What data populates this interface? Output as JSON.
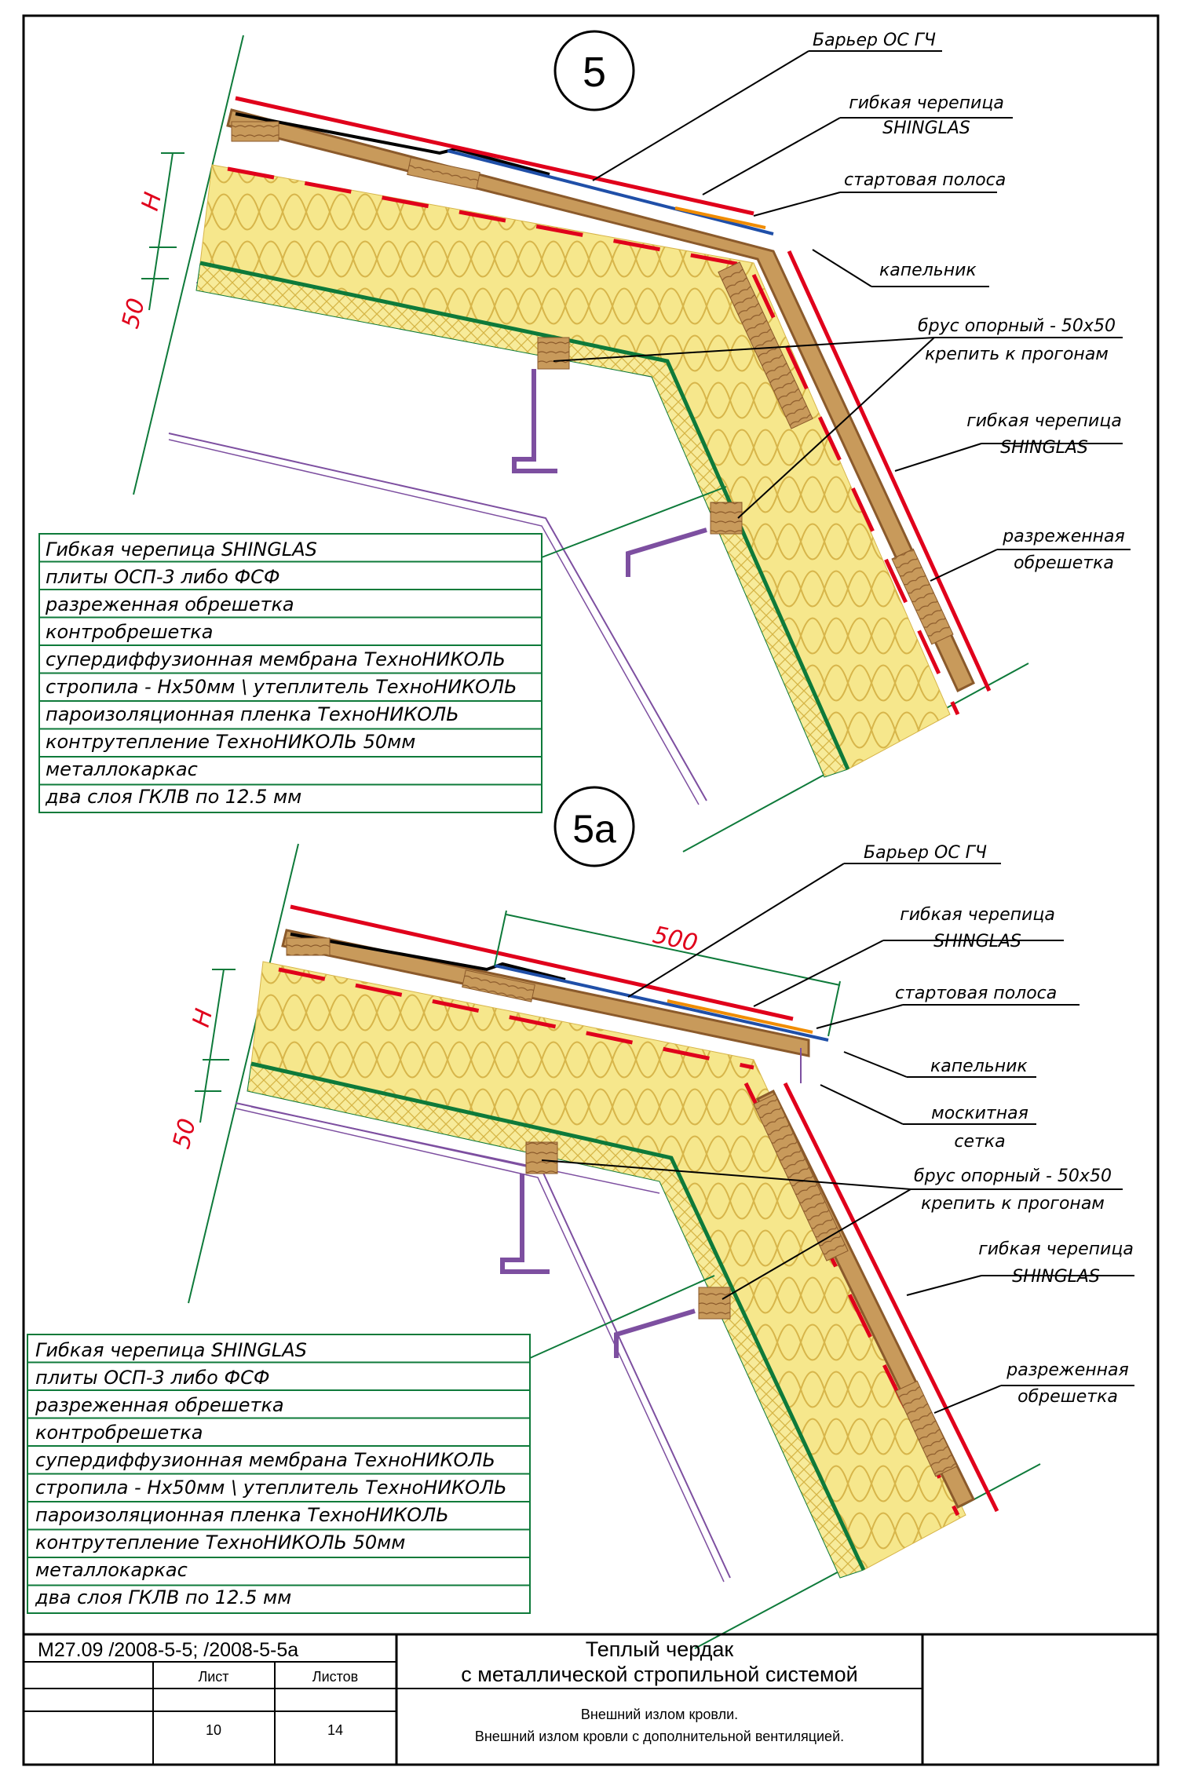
{
  "detail_5": {
    "marker": "5",
    "labels": {
      "barrier": "Барьер ОС ГЧ",
      "shingles_top_1": "гибкая черепица",
      "shingles_top_2": "SHINGLAS",
      "starter": "стартовая полоса",
      "drip": "капельник",
      "beam_1": "брус опорный - 50x50",
      "beam_2": "крепить к прогонам",
      "shingles_side_1": "гибкая черепица",
      "shingles_side_2": "SHINGLAS",
      "batten_1": "разреженная",
      "batten_2": "обрешетка"
    },
    "dims": {
      "h": "H",
      "fifty": "50"
    },
    "layers": [
      "Гибкая черепица SHINGLAS",
      "плиты ОСП-3 либо ФСФ",
      "разреженная обрешетка",
      "контробрешетка",
      "супердиффузионная мембрана ТехноНИКОЛЬ",
      "стропила - Hx50мм \\ утеплитель ТехноНИКОЛЬ",
      "пароизоляционная пленка ТехноНИКОЛЬ",
      "контрутепление  ТехноНИКОЛЬ 50мм",
      "металлокаркас",
      "два слоя ГКЛВ по 12.5 мм"
    ]
  },
  "detail_5a": {
    "marker": "5а",
    "labels": {
      "barrier": "Барьер ОС ГЧ",
      "shingles_top_1": "гибкая черепица",
      "shingles_top_2": "SHINGLAS",
      "starter": "стартовая полоса",
      "drip": "капельник",
      "mesh_1": "москитная",
      "mesh_2": "сетка",
      "beam_1": "брус опорный - 50x50",
      "beam_2": "крепить к прогонам",
      "shingles_side_1": "гибкая черепица",
      "shingles_side_2": "SHINGLAS",
      "batten_1": "разреженная",
      "batten_2": "обрешетка"
    },
    "dims": {
      "h": "H",
      "fifty": "50",
      "five_hundred": "500"
    },
    "layers": [
      "Гибкая черепица SHINGLAS",
      "плиты ОСП-3 либо ФСФ",
      "разреженная обрешетка",
      "контробрешетка",
      "супердиффузионная мембрана ТехноНИКОЛЬ",
      "стропила - Hx50мм \\ утеплитель ТехноНИКОЛЬ",
      "пароизоляционная пленка ТехноНИКОЛЬ",
      "контрутепление  ТехноНИКОЛЬ 50мм",
      "металлокаркас",
      "два слоя ГКЛВ по 12.5 мм"
    ]
  },
  "title_block": {
    "code": "М27.09 /2008-5-5; /2008-5-5а",
    "title_1": "Теплый чердак",
    "title_2": "с металлической стропильной системой",
    "sheet_label": "Лист",
    "sheets_label": "Листов",
    "sheet": "10",
    "sheets": "14",
    "desc_1": "Внешний излом кровли.",
    "desc_2": "Внешний излом кровли с дополнительной вентиляцией."
  },
  "colors": {
    "shingle_red": "#e0001b",
    "osb_brown": "#8b5a2b",
    "insulation": "#f3e27a",
    "membrane_green": "#0e7a3a",
    "frame_purple": "#7d4fa0",
    "barrier_blue": "#1f4fa8",
    "starter_orange": "#f08c00",
    "line_green": "#0e7a3a"
  }
}
